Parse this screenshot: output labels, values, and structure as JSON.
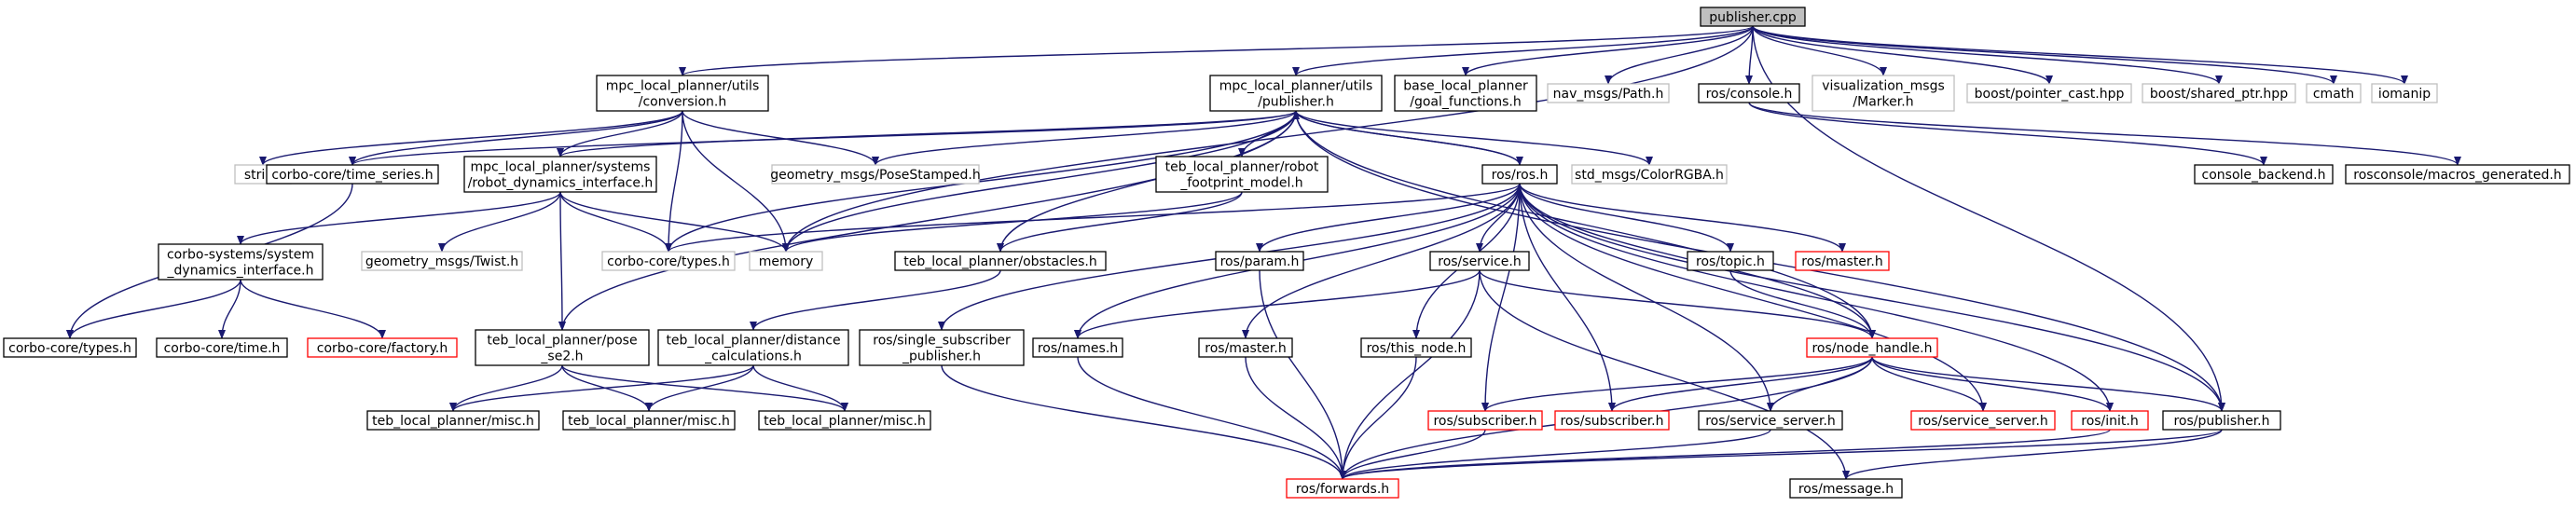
{
  "colors": {
    "edge": "#191970",
    "normal_border": "#000000",
    "external_border": "#bfbfbf",
    "missing_border": "#ff0000",
    "root_fill": "#bfbfbf",
    "fill": "#ffffff"
  },
  "nodes": [
    {
      "id": "publisher_cpp",
      "lines": [
        "publisher.cpp"
      ],
      "style": "root"
    },
    {
      "id": "mpc_conversion",
      "lines": [
        "mpc_local_planner/utils",
        "/conversion.h"
      ],
      "style": "normal"
    },
    {
      "id": "mpc_publisher",
      "lines": [
        "mpc_local_planner/utils",
        "/publisher.h"
      ],
      "style": "normal"
    },
    {
      "id": "base_goal",
      "lines": [
        "base_local_planner",
        "/goal_functions.h"
      ],
      "style": "normal"
    },
    {
      "id": "nav_path",
      "lines": [
        "nav_msgs/Path.h"
      ],
      "style": "external"
    },
    {
      "id": "ros_console",
      "lines": [
        "ros/console.h"
      ],
      "style": "normal"
    },
    {
      "id": "vis_marker",
      "lines": [
        "visualization_msgs",
        "/Marker.h"
      ],
      "style": "external"
    },
    {
      "id": "boost_pointer_cast",
      "lines": [
        "boost/pointer_cast.hpp"
      ],
      "style": "external"
    },
    {
      "id": "boost_shared_ptr",
      "lines": [
        "boost/shared_ptr.hpp"
      ],
      "style": "external"
    },
    {
      "id": "cmath",
      "lines": [
        "cmath"
      ],
      "style": "external"
    },
    {
      "id": "iomanip",
      "lines": [
        "iomanip"
      ],
      "style": "external"
    },
    {
      "id": "string",
      "lines": [
        "string"
      ],
      "style": "external"
    },
    {
      "id": "corbo_time_series",
      "lines": [
        "corbo-core/time_series.h"
      ],
      "style": "normal"
    },
    {
      "id": "mpc_robot_dynamics",
      "lines": [
        "mpc_local_planner/systems",
        "/robot_dynamics_interface.h"
      ],
      "style": "normal"
    },
    {
      "id": "geo_posestamped",
      "lines": [
        "geometry_msgs/PoseStamped.h"
      ],
      "style": "external"
    },
    {
      "id": "teb_footprint",
      "lines": [
        "teb_local_planner/robot",
        "_footprint_model.h"
      ],
      "style": "normal"
    },
    {
      "id": "ros_ros",
      "lines": [
        "ros/ros.h"
      ],
      "style": "normal"
    },
    {
      "id": "std_colorrgba",
      "lines": [
        "std_msgs/ColorRGBA.h"
      ],
      "style": "external"
    },
    {
      "id": "console_backend",
      "lines": [
        "console_backend.h"
      ],
      "style": "normal"
    },
    {
      "id": "rosconsole_macros",
      "lines": [
        "rosconsole/macros_generated.h"
      ],
      "style": "normal"
    },
    {
      "id": "corbo_system_dynamics",
      "lines": [
        "corbo-systems/system",
        "_dynamics_interface.h"
      ],
      "style": "normal"
    },
    {
      "id": "geo_twist",
      "lines": [
        "geometry_msgs/Twist.h"
      ],
      "style": "external"
    },
    {
      "id": "corbo_types_mid",
      "lines": [
        "corbo-core/types.h"
      ],
      "style": "external"
    },
    {
      "id": "memory",
      "lines": [
        "memory"
      ],
      "style": "external"
    },
    {
      "id": "teb_obstacles",
      "lines": [
        "teb_local_planner/obstacles.h"
      ],
      "style": "normal"
    },
    {
      "id": "ros_param",
      "lines": [
        "ros/param.h"
      ],
      "style": "normal"
    },
    {
      "id": "ros_service",
      "lines": [
        "ros/service.h"
      ],
      "style": "normal"
    },
    {
      "id": "ros_topic",
      "lines": [
        "ros/topic.h"
      ],
      "style": "normal"
    },
    {
      "id": "ros_master_top",
      "lines": [
        "ros/master.h"
      ],
      "style": "missing"
    },
    {
      "id": "corbo_types_left",
      "lines": [
        "corbo-core/types.h"
      ],
      "style": "normal"
    },
    {
      "id": "corbo_time",
      "lines": [
        "corbo-core/time.h"
      ],
      "style": "normal"
    },
    {
      "id": "corbo_factory",
      "lines": [
        "corbo-core/factory.h"
      ],
      "style": "missing"
    },
    {
      "id": "teb_pose_se2",
      "lines": [
        "teb_local_planner/pose",
        "_se2.h"
      ],
      "style": "normal"
    },
    {
      "id": "teb_distance",
      "lines": [
        "teb_local_planner/distance",
        "_calculations.h"
      ],
      "style": "normal"
    },
    {
      "id": "ros_single_sub_pub",
      "lines": [
        "ros/single_subscriber",
        "_publisher.h"
      ],
      "style": "normal"
    },
    {
      "id": "ros_names",
      "lines": [
        "ros/names.h"
      ],
      "style": "normal"
    },
    {
      "id": "ros_master",
      "lines": [
        "ros/master.h"
      ],
      "style": "normal"
    },
    {
      "id": "ros_this_node",
      "lines": [
        "ros/this_node.h"
      ],
      "style": "normal"
    },
    {
      "id": "ros_node_handle",
      "lines": [
        "ros/node_handle.h"
      ],
      "style": "missing"
    },
    {
      "id": "teb_misc_1",
      "lines": [
        "teb_local_planner/misc.h"
      ],
      "style": "normal"
    },
    {
      "id": "teb_misc_2",
      "lines": [
        "teb_local_planner/misc.h"
      ],
      "style": "normal"
    },
    {
      "id": "teb_misc_3",
      "lines": [
        "teb_local_planner/misc.h"
      ],
      "style": "normal"
    },
    {
      "id": "ros_subscriber_red",
      "lines": [
        "ros/subscriber.h"
      ],
      "style": "missing"
    },
    {
      "id": "ros_subscriber_red2",
      "lines": [
        "ros/subscriber.h"
      ],
      "style": "missing"
    },
    {
      "id": "ros_service_server",
      "lines": [
        "ros/service_server.h"
      ],
      "style": "normal"
    },
    {
      "id": "ros_service_server_red",
      "lines": [
        "ros/service_server.h"
      ],
      "style": "missing"
    },
    {
      "id": "ros_init",
      "lines": [
        "ros/init.h"
      ],
      "style": "missing"
    },
    {
      "id": "ros_publisher",
      "lines": [
        "ros/publisher.h"
      ],
      "style": "normal"
    },
    {
      "id": "ros_forwards",
      "lines": [
        "ros/forwards.h"
      ],
      "style": "missing"
    },
    {
      "id": "ros_message",
      "lines": [
        "ros/message.h"
      ],
      "style": "normal"
    }
  ],
  "edges": [
    [
      "publisher_cpp",
      "mpc_conversion"
    ],
    [
      "publisher_cpp",
      "mpc_publisher"
    ],
    [
      "publisher_cpp",
      "base_goal"
    ],
    [
      "publisher_cpp",
      "nav_path"
    ],
    [
      "publisher_cpp",
      "ros_console"
    ],
    [
      "publisher_cpp",
      "vis_marker"
    ],
    [
      "publisher_cpp",
      "boost_pointer_cast"
    ],
    [
      "publisher_cpp",
      "boost_shared_ptr"
    ],
    [
      "publisher_cpp",
      "cmath"
    ],
    [
      "publisher_cpp",
      "iomanip"
    ],
    [
      "publisher_cpp",
      "ros_publisher"
    ],
    [
      "publisher_cpp",
      "memory"
    ],
    [
      "mpc_conversion",
      "string"
    ],
    [
      "mpc_conversion",
      "corbo_time_series"
    ],
    [
      "mpc_conversion",
      "mpc_robot_dynamics"
    ],
    [
      "mpc_conversion",
      "geo_posestamped"
    ],
    [
      "mpc_conversion",
      "corbo_types_mid"
    ],
    [
      "mpc_conversion",
      "memory"
    ],
    [
      "mpc_publisher",
      "corbo_time_series"
    ],
    [
      "mpc_publisher",
      "mpc_robot_dynamics"
    ],
    [
      "mpc_publisher",
      "geo_posestamped"
    ],
    [
      "mpc_publisher",
      "teb_footprint"
    ],
    [
      "mpc_publisher",
      "ros_ros"
    ],
    [
      "mpc_publisher",
      "std_colorrgba"
    ],
    [
      "mpc_publisher",
      "ros_publisher"
    ],
    [
      "mpc_publisher",
      "corbo_types_mid"
    ],
    [
      "mpc_publisher",
      "memory"
    ],
    [
      "mpc_publisher",
      "teb_obstacles"
    ],
    [
      "mpc_publisher",
      "teb_pose_se2"
    ],
    [
      "ros_console",
      "console_backend"
    ],
    [
      "ros_console",
      "rosconsole_macros"
    ],
    [
      "corbo_time_series",
      "corbo_types_left"
    ],
    [
      "mpc_robot_dynamics",
      "corbo_system_dynamics"
    ],
    [
      "mpc_robot_dynamics",
      "geo_twist"
    ],
    [
      "mpc_robot_dynamics",
      "corbo_types_mid"
    ],
    [
      "mpc_robot_dynamics",
      "memory"
    ],
    [
      "mpc_robot_dynamics",
      "teb_pose_se2"
    ],
    [
      "teb_footprint",
      "memory"
    ],
    [
      "teb_footprint",
      "teb_obstacles"
    ],
    [
      "ros_ros",
      "mpc_publisher"
    ],
    [
      "ros_ros",
      "corbo_types_mid"
    ],
    [
      "ros_ros",
      "ros_param"
    ],
    [
      "ros_ros",
      "ros_service"
    ],
    [
      "ros_ros",
      "ros_topic"
    ],
    [
      "ros_ros",
      "ros_master_top"
    ],
    [
      "ros_ros",
      "ros_single_sub_pub"
    ],
    [
      "ros_ros",
      "ros_names"
    ],
    [
      "ros_ros",
      "ros_master"
    ],
    [
      "ros_ros",
      "ros_this_node"
    ],
    [
      "ros_ros",
      "ros_node_handle"
    ],
    [
      "ros_ros",
      "ros_subscriber_red"
    ],
    [
      "ros_ros",
      "ros_subscriber_red2"
    ],
    [
      "ros_ros",
      "ros_service_server"
    ],
    [
      "ros_ros",
      "ros_service_server_red"
    ],
    [
      "ros_ros",
      "ros_init"
    ],
    [
      "ros_ros",
      "ros_publisher"
    ],
    [
      "corbo_system_dynamics",
      "corbo_types_left"
    ],
    [
      "corbo_system_dynamics",
      "corbo_time"
    ],
    [
      "corbo_system_dynamics",
      "corbo_factory"
    ],
    [
      "teb_obstacles",
      "teb_distance"
    ],
    [
      "ros_param",
      "ros_forwards"
    ],
    [
      "ros_service",
      "ros_names"
    ],
    [
      "ros_service",
      "ros_node_handle"
    ],
    [
      "ros_service",
      "ros_forwards"
    ],
    [
      "ros_service",
      "ros_message"
    ],
    [
      "ros_topic",
      "ros_node_handle"
    ],
    [
      "teb_pose_se2",
      "teb_misc_1"
    ],
    [
      "teb_pose_se2",
      "teb_misc_2"
    ],
    [
      "teb_pose_se2",
      "teb_misc_3"
    ],
    [
      "teb_distance",
      "teb_misc_1"
    ],
    [
      "teb_distance",
      "teb_misc_2"
    ],
    [
      "teb_distance",
      "teb_misc_3"
    ],
    [
      "ros_single_sub_pub",
      "ros_forwards"
    ],
    [
      "ros_names",
      "ros_forwards"
    ],
    [
      "ros_master",
      "ros_forwards"
    ],
    [
      "ros_this_node",
      "ros_forwards"
    ],
    [
      "ros_node_handle",
      "ros_subscriber_red"
    ],
    [
      "ros_node_handle",
      "ros_subscriber_red2"
    ],
    [
      "ros_node_handle",
      "ros_service_server"
    ],
    [
      "ros_node_handle",
      "ros_service_server_red"
    ],
    [
      "ros_node_handle",
      "ros_init"
    ],
    [
      "ros_node_handle",
      "ros_publisher"
    ],
    [
      "ros_node_handle",
      "mpc_publisher"
    ],
    [
      "ros_node_handle",
      "ros_forwards"
    ],
    [
      "ros_subscriber_red",
      "ros_forwards"
    ],
    [
      "ros_service_server",
      "ros_forwards"
    ],
    [
      "ros_init",
      "ros_forwards"
    ],
    [
      "ros_publisher",
      "ros_forwards"
    ],
    [
      "ros_publisher",
      "ros_message"
    ]
  ]
}
